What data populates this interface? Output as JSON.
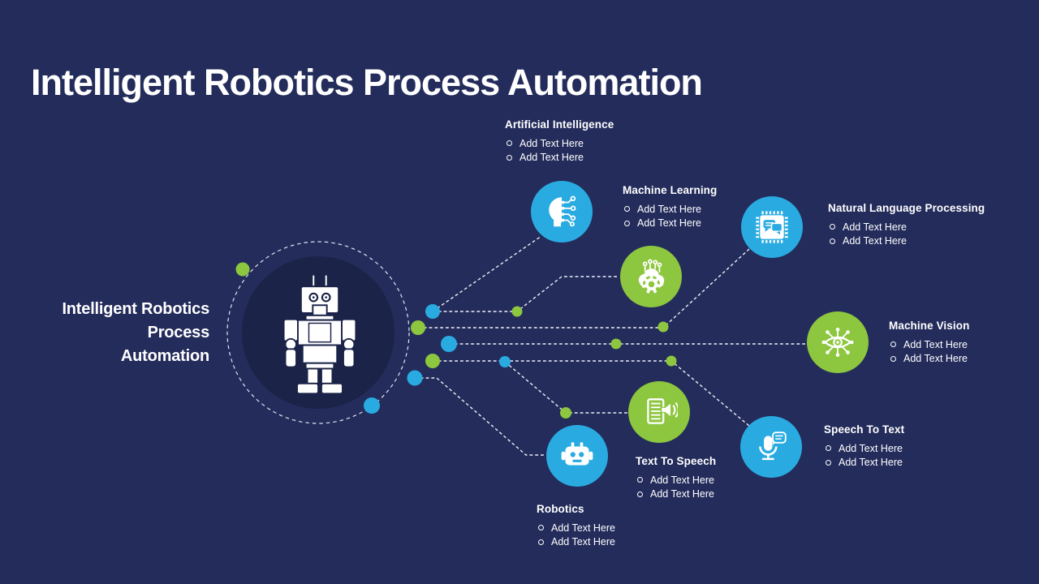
{
  "slide": {
    "title": "Intelligent Robotics Process Automation",
    "background_color": "#242C5B",
    "inner_circle_color": "#1B2348",
    "accent_blue": "#29ABE2",
    "accent_green": "#8DC63F"
  },
  "center": {
    "icon": "robot-icon",
    "label_lines": [
      "Intelligent Robotics",
      "Process",
      "Automation"
    ]
  },
  "nodes": [
    {
      "id": "artificial-intelligence",
      "title": "Artificial Intelligence",
      "color": "#29ABE2",
      "icon": "head-circuit-icon",
      "bullets": [
        "Add Text Here",
        "Add Text Here"
      ]
    },
    {
      "id": "machine-learning",
      "title": "Machine Learning",
      "color": "#8DC63F",
      "icon": "cloud-gear-icon",
      "bullets": [
        "Add Text Here",
        "Add Text Here"
      ]
    },
    {
      "id": "natural-language-processing",
      "title": "Natural Language Processing",
      "color": "#29ABE2",
      "icon": "chip-chat-icon",
      "bullets": [
        "Add Text Here",
        "Add Text Here"
      ]
    },
    {
      "id": "machine-vision",
      "title": "Machine Vision",
      "color": "#8DC63F",
      "icon": "eye-network-icon",
      "bullets": [
        "Add Text Here",
        "Add Text Here"
      ]
    },
    {
      "id": "speech-to-text",
      "title": "Speech To Text",
      "color": "#29ABE2",
      "icon": "microphone-chat-icon",
      "bullets": [
        "Add Text Here",
        "Add Text Here"
      ]
    },
    {
      "id": "text-to-speech",
      "title": "Text To Speech",
      "color": "#8DC63F",
      "icon": "document-speaker-icon",
      "bullets": [
        "Add Text Here",
        "Add Text Here"
      ]
    },
    {
      "id": "robotics",
      "title": "Robotics",
      "color": "#29ABE2",
      "icon": "robot-head-icon",
      "bullets": [
        "Add Text Here",
        "Add Text Here"
      ]
    }
  ]
}
